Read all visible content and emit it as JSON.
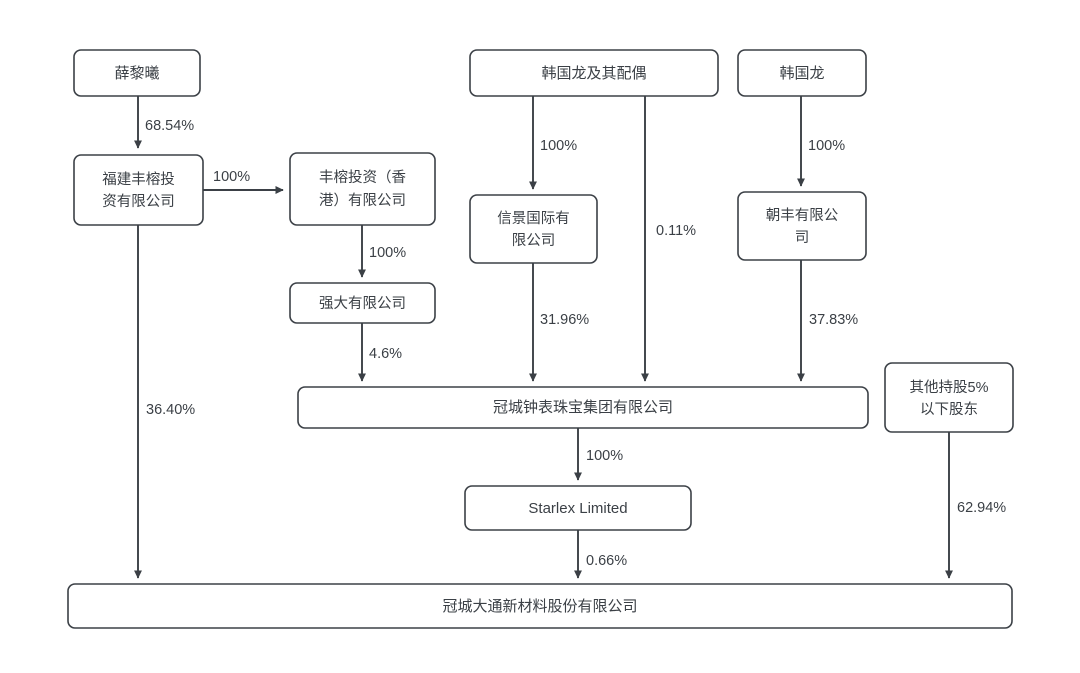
{
  "diagram": {
    "type": "ownership-structure-chart",
    "title_text": "",
    "colors": {
      "background": "#ffffff",
      "box_stroke": "#3b4046",
      "box_fill": "#ffffff",
      "text": "#3b4046",
      "edge": "#3b4046"
    },
    "nodes": [
      {
        "id": "xue",
        "label": "薛黎曦",
        "lines": [
          "薛黎曦"
        ]
      },
      {
        "id": "fujian",
        "label": "福建丰榕投资有限公司",
        "lines": [
          "福建丰榕投",
          "资有限公司"
        ]
      },
      {
        "id": "fengrong_hk",
        "label": "丰榕投资（香港）有限公司",
        "lines": [
          "丰榕投资（香",
          "港）有限公司"
        ]
      },
      {
        "id": "qiangda",
        "label": "强大有限公司",
        "lines": [
          "强大有限公司"
        ]
      },
      {
        "id": "han_spouse",
        "label": "韩国龙及其配偶",
        "lines": [
          "韩国龙及其配偶"
        ]
      },
      {
        "id": "xinjing",
        "label": "信景国际有限公司",
        "lines": [
          "信景国际有",
          "限公司"
        ]
      },
      {
        "id": "han",
        "label": "韩国龙",
        "lines": [
          "韩国龙"
        ]
      },
      {
        "id": "chaofeng",
        "label": "朝丰有限公司",
        "lines": [
          "朝丰有限公",
          "司"
        ]
      },
      {
        "id": "group",
        "label": "冠城钟表珠宝集团有限公司",
        "lines": [
          "冠城钟表珠宝集团有限公司"
        ]
      },
      {
        "id": "others",
        "label": "其他持股5%以下股东",
        "lines": [
          "其他持股5%",
          "以下股东"
        ]
      },
      {
        "id": "starlex",
        "label": "Starlex Limited",
        "lines": [
          "Starlex Limited"
        ]
      },
      {
        "id": "listco",
        "label": "冠城大通新材料股份有限公司",
        "lines": [
          "冠城大通新材料股份有限公司"
        ]
      }
    ],
    "edges": [
      {
        "id": "e1",
        "from": "xue",
        "to": "fujian",
        "label": "68.54%"
      },
      {
        "id": "e2",
        "from": "fujian",
        "to": "fengrong_hk",
        "label": "100%"
      },
      {
        "id": "e3",
        "from": "fengrong_hk",
        "to": "qiangda",
        "label": "100%"
      },
      {
        "id": "e4",
        "from": "qiangda",
        "to": "group",
        "label": "4.6%"
      },
      {
        "id": "e5",
        "from": "han_spouse",
        "to": "xinjing",
        "label": "100%"
      },
      {
        "id": "e6",
        "from": "xinjing",
        "to": "group",
        "label": "31.96%"
      },
      {
        "id": "e7",
        "from": "han_spouse",
        "to": "group",
        "label": "0.11%"
      },
      {
        "id": "e8",
        "from": "han",
        "to": "chaofeng",
        "label": "100%"
      },
      {
        "id": "e9",
        "from": "chaofeng",
        "to": "group",
        "label": "37.83%"
      },
      {
        "id": "e10",
        "from": "group",
        "to": "starlex",
        "label": "100%"
      },
      {
        "id": "e11",
        "from": "starlex",
        "to": "listco",
        "label": "0.66%"
      },
      {
        "id": "e12",
        "from": "fujian",
        "to": "listco",
        "label": "36.40%"
      },
      {
        "id": "e13",
        "from": "others",
        "to": "listco",
        "label": "62.94%"
      }
    ]
  }
}
